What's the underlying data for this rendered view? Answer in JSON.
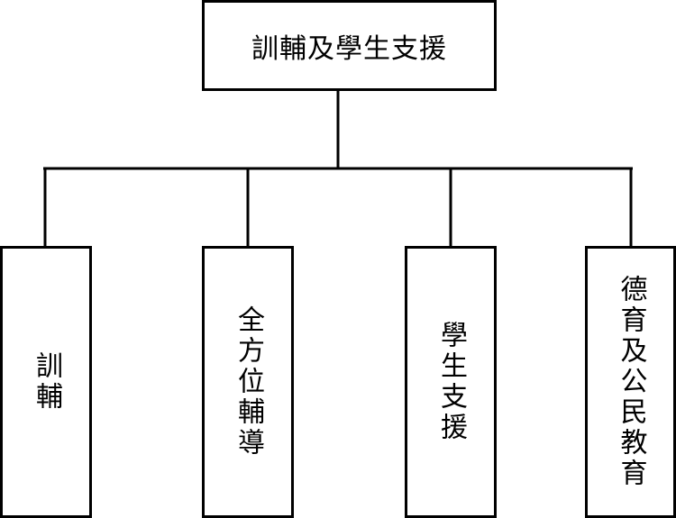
{
  "root": {
    "label": "訓輔及學生支援"
  },
  "children": [
    {
      "label": "訓輔"
    },
    {
      "label": "全方位輔導"
    },
    {
      "label": "學生支援"
    },
    {
      "label": "德育及公民教育"
    }
  ]
}
